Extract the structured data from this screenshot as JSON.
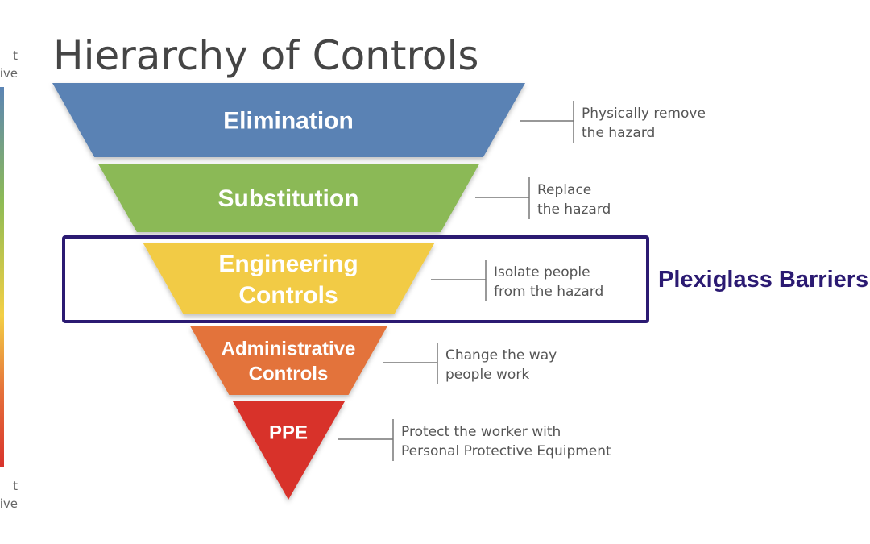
{
  "title": "Hierarchy of Controls",
  "effectiveness_scale": {
    "top_label": [
      "t",
      "ive"
    ],
    "bottom_label": [
      "t",
      "ive"
    ]
  },
  "levels": [
    {
      "name": [
        "Elimination"
      ],
      "description": [
        "Physically remove",
        "the hazard"
      ],
      "color": "#5a82b4"
    },
    {
      "name": [
        "Substitution"
      ],
      "description": [
        "Replace",
        "the hazard"
      ],
      "color": "#8bb957"
    },
    {
      "name": [
        "Engineering",
        "Controls"
      ],
      "description": [
        "Isolate people",
        "from the hazard"
      ],
      "color": "#f2cb45"
    },
    {
      "name": [
        "Administrative",
        "Controls"
      ],
      "description": [
        "Change the way",
        "people work"
      ],
      "color": "#e3733a"
    },
    {
      "name": [
        "PPE"
      ],
      "description": [
        "Protect the worker with",
        "Personal Protective Equipment"
      ],
      "color": "#d8322c"
    }
  ],
  "highlight": {
    "label": "Plexiglass Barriers",
    "color": "#2b1a72"
  }
}
